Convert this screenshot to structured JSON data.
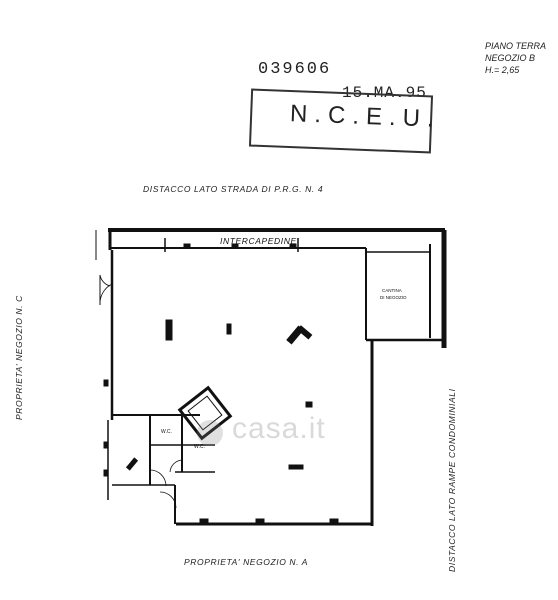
{
  "stamp": {
    "code": "039606",
    "date": "15.MA.95",
    "office": "N.C.E.U."
  },
  "info": {
    "floor": "PIANO TERRA",
    "unit": "NEGOZIO B",
    "height": "H.= 2,65"
  },
  "labels": {
    "top": "DISTACCO LATO STRADA DI P.R.G. N. 4",
    "left": "PROPRIETA' NEGOZIO N. C",
    "bottom": "PROPRIETA' NEGOZIO N. A",
    "right": "DISTACCO LATO RAMPE CONDOMINIALI",
    "intercapedine": "INTERCAPEDINE",
    "cantina_line1": "CANTINA",
    "cantina_line2": "DI NEGOZIO",
    "wc1": "W.C.",
    "wc2": "W.C."
  },
  "watermark": "casa.it"
}
